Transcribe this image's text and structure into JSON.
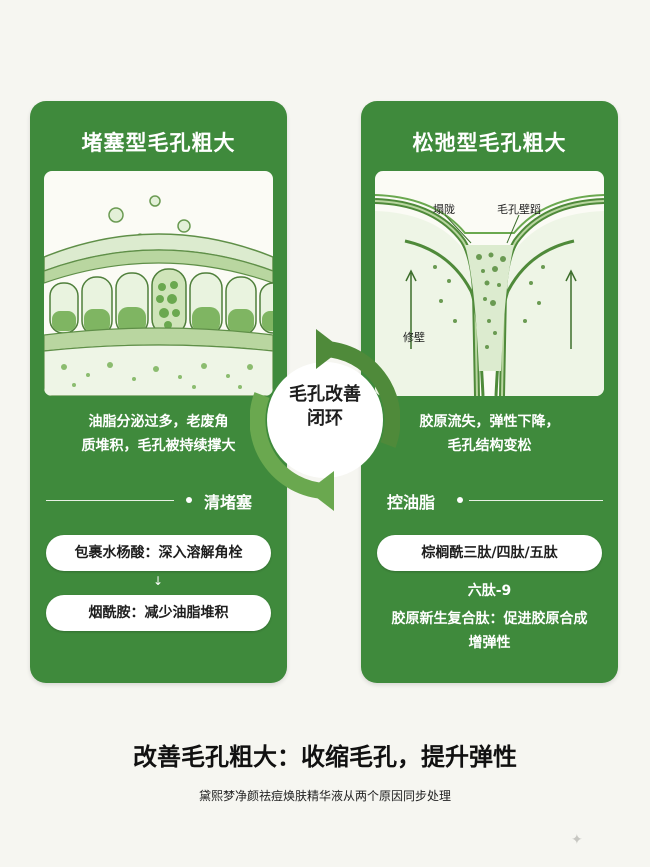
{
  "left_card": {
    "title": "堵塞型毛孔粗大",
    "desc_line1": "油脂分泌过多，老废角",
    "desc_line2": "质堆积，毛孔被持续撑大",
    "section_label": "清堵塞",
    "pill1": "包裹水杨酸：深入溶解角栓",
    "pill2": "烟酰胺：减少油脂堆积"
  },
  "right_card": {
    "title": "松弛型毛孔粗大",
    "label_collapse": "塌陇",
    "label_wall": "毛孔壁蹈",
    "label_repair": "修壁",
    "desc_line1": "胶原流失，弹性下降，",
    "desc_line2": "毛孔结构变松",
    "section_label": "控油脂",
    "pill1": "棕榈酰三肽/四肽/五肽",
    "line1": "六肽-9",
    "line2": "胶原新生复合肽：促进胶原合成",
    "line3": "增弹性"
  },
  "center": {
    "line1": "毛孔改善",
    "line2": "闭环"
  },
  "headline": "改善毛孔粗大：收缩毛孔，提升弹性",
  "subline": "黛熙梦净颜祛痘焕肤精华液从两个原因同步处理",
  "colors": {
    "card_green": "#3f8a3c",
    "accent_green": "#6aa84f",
    "background": "#f6f6f1"
  }
}
